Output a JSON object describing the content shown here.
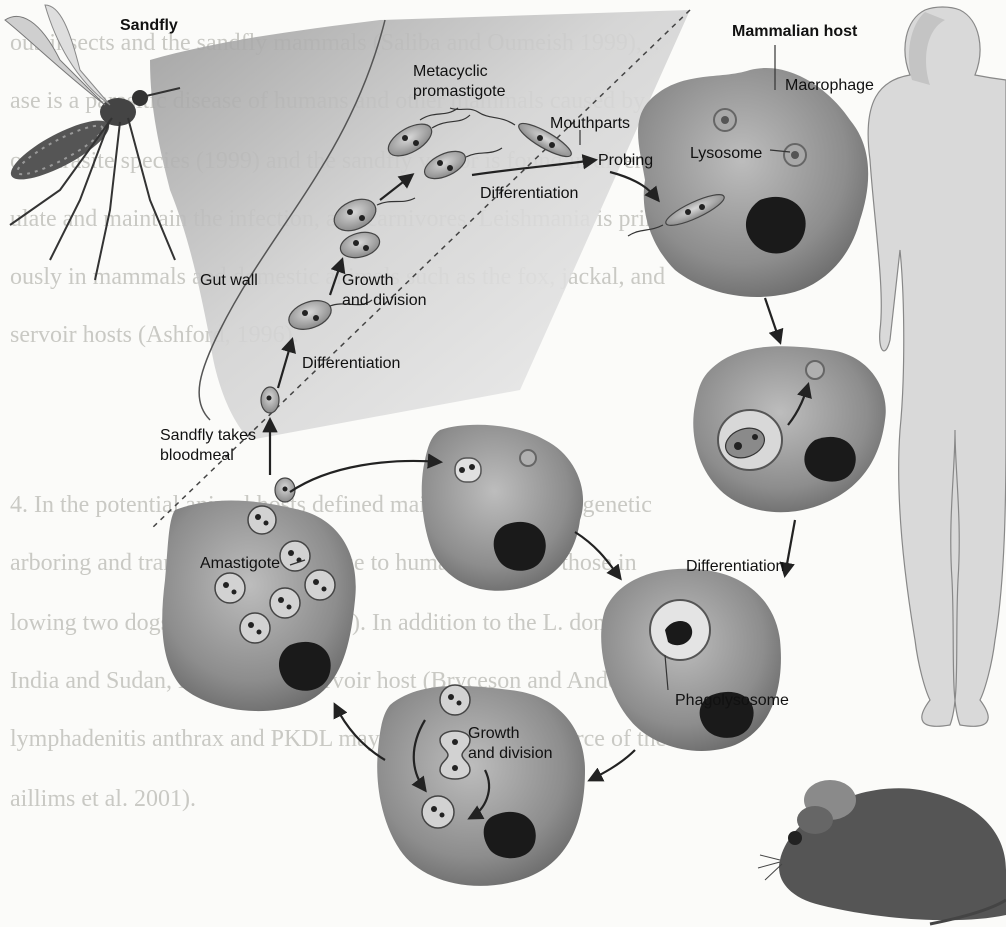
{
  "labels": {
    "sandfly": "Sandfly",
    "mammalian_host": "Mammalian host",
    "macrophage": "Macrophage",
    "metacyclic": "Metacyclic",
    "promastigote": "promastigote",
    "mouthparts": "Mouthparts",
    "probing": "Probing",
    "lysosome": "Lysosome",
    "differentiation_top": "Differentiation",
    "growth": "Growth",
    "and_division": "and division",
    "gut_wall": "Gut wall",
    "differentiation_gut": "Differentiation",
    "sandfly_takes": "Sandfly takes",
    "bloodmeal": "bloodmeal",
    "amastigote": "Amastigote",
    "differentiation_right": "Differentiation",
    "phagolysosome": "Phagolysosome",
    "growth_bottom": "Growth",
    "and_division_bottom": "and division"
  },
  "background_text": [
    "ous insects and the sandfly mammals (Saliba and Oumeish 1999), ..",
    "ase is a parasitic disease of humans and other mammals caused by",
    "on parasite species (1999) and the sandfly vector is found in diverse",
    "ulate and maintain the infection, and carnivores. Leishmania is prim",
    "ously in mammals and domestic animals such as the fox, jackal, and",
    "servoir hosts (Ashford, 1996).",
    "4. In the potential animal hosts defined mainly by the phylogenetic",
    "arboring and transmitting the disease to humans not only those in",
    "lowing two dogs (Sahibi et al. 1998). In addition to the L. donovani",
    "India and Sudan, Man is the reservoir host (Bryceson and Anderson",
    "lymphadenitis anthrax and PKDL may be an important source of the",
    "aillims et al. 2001)."
  ]
}
